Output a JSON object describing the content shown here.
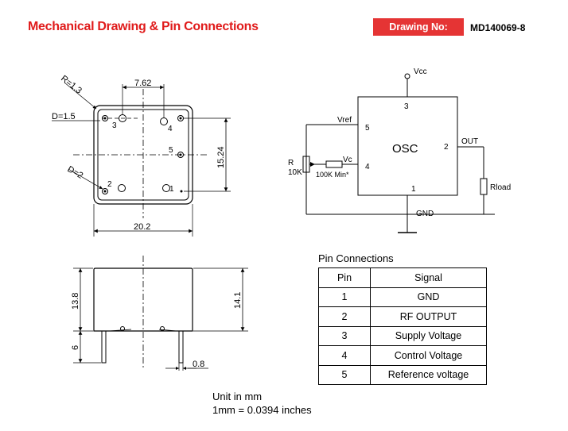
{
  "header": {
    "title": "Mechanical Drawing & Pin Connections",
    "drawing_label": "Drawing No:",
    "drawing_number": "MD140069-8",
    "accent_color": "#e01b1b"
  },
  "top_view": {
    "dim_radius": "R=1.3",
    "dim_pin_spacing": "7.62",
    "dim_pin_diameter": "D=1.5",
    "dim_standoff_diameter": "D=2",
    "dim_height": "15.24",
    "dim_width": "20.2",
    "pin_labels": [
      "3",
      "4",
      "5",
      "2",
      "1"
    ]
  },
  "side_view": {
    "dim_body_height": "13.8",
    "dim_overall_height": "14.1",
    "dim_pin_length": "6",
    "dim_pin_width": "0.8"
  },
  "schematic": {
    "vcc": "Vcc",
    "vref": "Vref",
    "vc": "Vc",
    "osc": "OSC",
    "out": "OUT",
    "gnd": "GND",
    "r_label": "R",
    "r_value": "10K",
    "r2_value": "100K Min*",
    "rload": "Rload",
    "pin_vcc": "3",
    "pin_vref": "5",
    "pin_vc": "4",
    "pin_out": "2",
    "pin_gnd": "1"
  },
  "pin_connections": {
    "title": "Pin Connections",
    "headers": [
      "Pin",
      "Signal"
    ],
    "rows": [
      [
        "1",
        "GND"
      ],
      [
        "2",
        "RF OUTPUT"
      ],
      [
        "3",
        "Supply Voltage"
      ],
      [
        "4",
        "Control Voltage"
      ],
      [
        "5",
        "Reference voltage"
      ]
    ]
  },
  "units": {
    "line1": "Unit in mm",
    "line2": "1mm = 0.0394 inches"
  }
}
